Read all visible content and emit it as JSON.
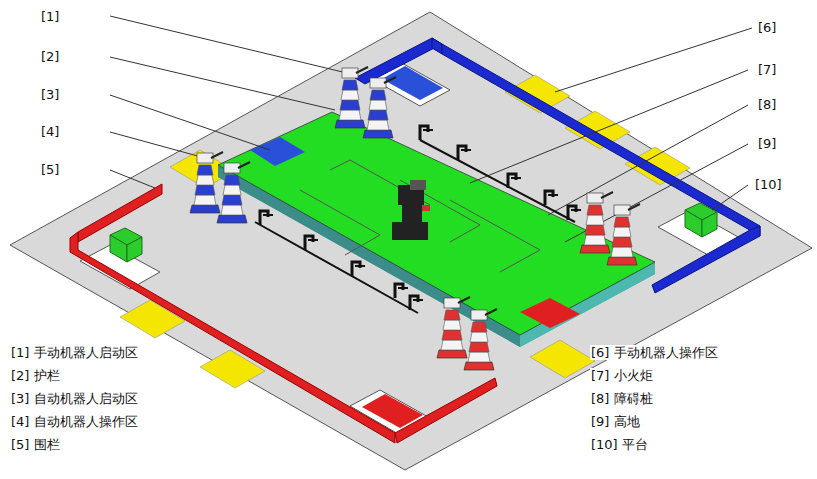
{
  "diagram": {
    "labels": [
      "[1]",
      "[2]",
      "[3]",
      "[4]",
      "[5]",
      "[6]",
      "[7]",
      "[8]",
      "[9]",
      "[10]",
      "[1]  手动机器人启动区",
      "[2]  护栏",
      "[3]  自动机器人启动区",
      "[4]  自动机器人操作区",
      "[5]  围栏",
      "[6]  手动机器人操作区",
      "[7]  小火炬",
      "[8]  障碍桩",
      "[9]  高地",
      "[10]  平台"
    ]
  }
}
